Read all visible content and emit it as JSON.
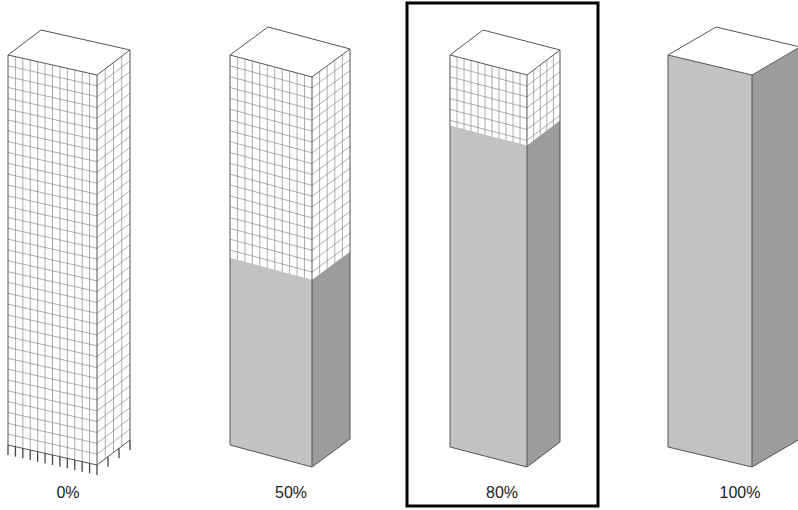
{
  "diagram": {
    "labels": [
      "0%",
      "50%",
      "80%",
      "100%"
    ]
  }
}
